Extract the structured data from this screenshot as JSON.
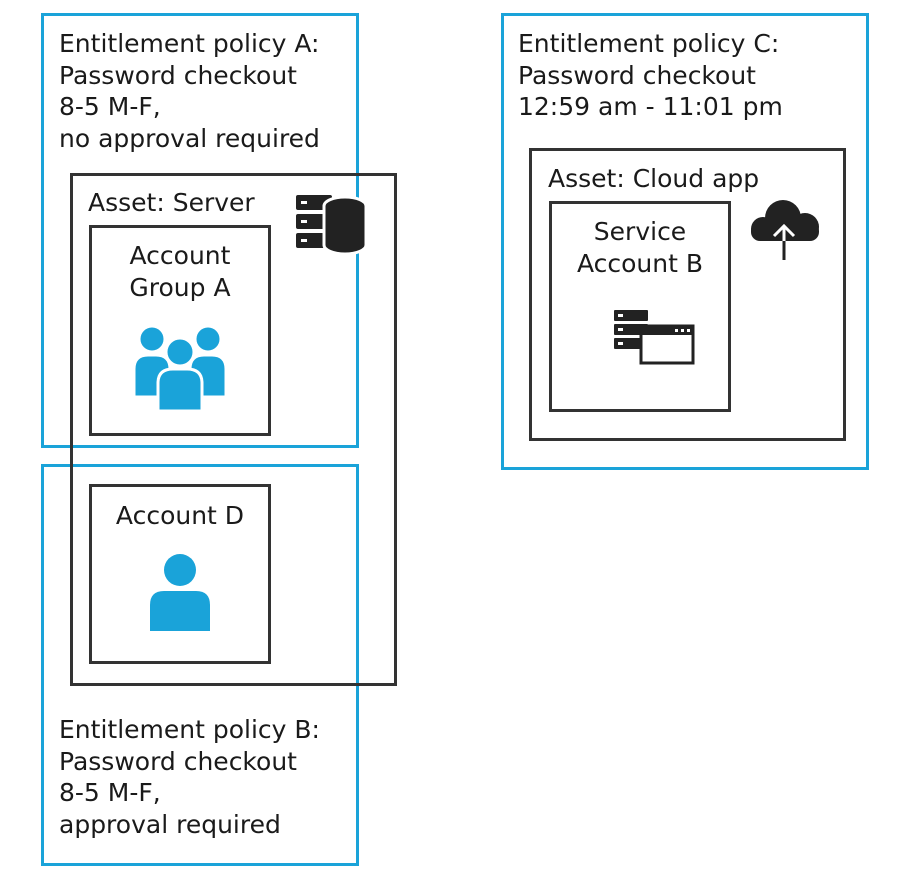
{
  "policy_a": {
    "lines": [
      "Entitlement policy A:",
      "Password checkout",
      "8-5 M-F,",
      "no approval required"
    ]
  },
  "policy_b": {
    "lines": [
      "Entitlement policy B:",
      "Password checkout",
      "8-5 M-F,",
      "approval required"
    ]
  },
  "policy_c": {
    "lines": [
      "Entitlement policy C:",
      "Password checkout",
      "12:59 am - 11:01 pm"
    ]
  },
  "asset_server": {
    "label": "Asset: Server",
    "icon": "server-database-icon"
  },
  "account_group_a": {
    "lines": [
      "Account",
      "Group A"
    ],
    "icon": "user-group-icon"
  },
  "account_d": {
    "label": "Account D",
    "icon": "user-icon"
  },
  "asset_cloud": {
    "label": "Asset: Cloud app",
    "icon": "cloud-upload-icon"
  },
  "service_account_b": {
    "lines": [
      "Service",
      "Account B"
    ],
    "icon": "server-window-icon"
  },
  "colors": {
    "policy_border": "#1aa3d9",
    "asset_border": "#333333",
    "user_icon_fill": "#1aa3d9",
    "icon_dark": "#222222"
  }
}
